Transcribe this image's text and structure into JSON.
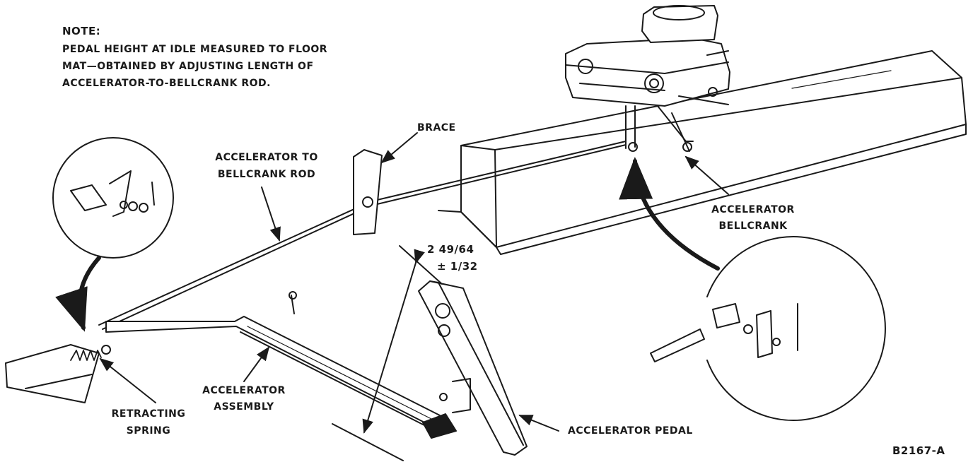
{
  "note": {
    "title": "NOTE:",
    "lines": [
      "PEDAL HEIGHT AT IDLE MEASURED TO FLOOR",
      "MAT—OBTAINED BY ADJUSTING LENGTH OF",
      "ACCELERATOR-TO-BELLCRANK ROD."
    ]
  },
  "labels": {
    "brace": "BRACE",
    "rod_line1": "ACCELERATOR TO",
    "rod_line2": "BELLCRANK ROD",
    "bellcrank_line1": "ACCELERATOR",
    "bellcrank_line2": "BELLCRANK",
    "dimension_line1": "2 49/64",
    "dimension_line2": "± 1/32",
    "assembly_line1": "ACCELERATOR",
    "assembly_line2": "ASSEMBLY",
    "spring_line1": "RETRACTING",
    "spring_line2": "SPRING",
    "pedal": "ACCELERATOR PEDAL",
    "figure_id": "B2167-A"
  },
  "colors": {
    "ink": "#1a1a1a",
    "background": "#ffffff"
  }
}
